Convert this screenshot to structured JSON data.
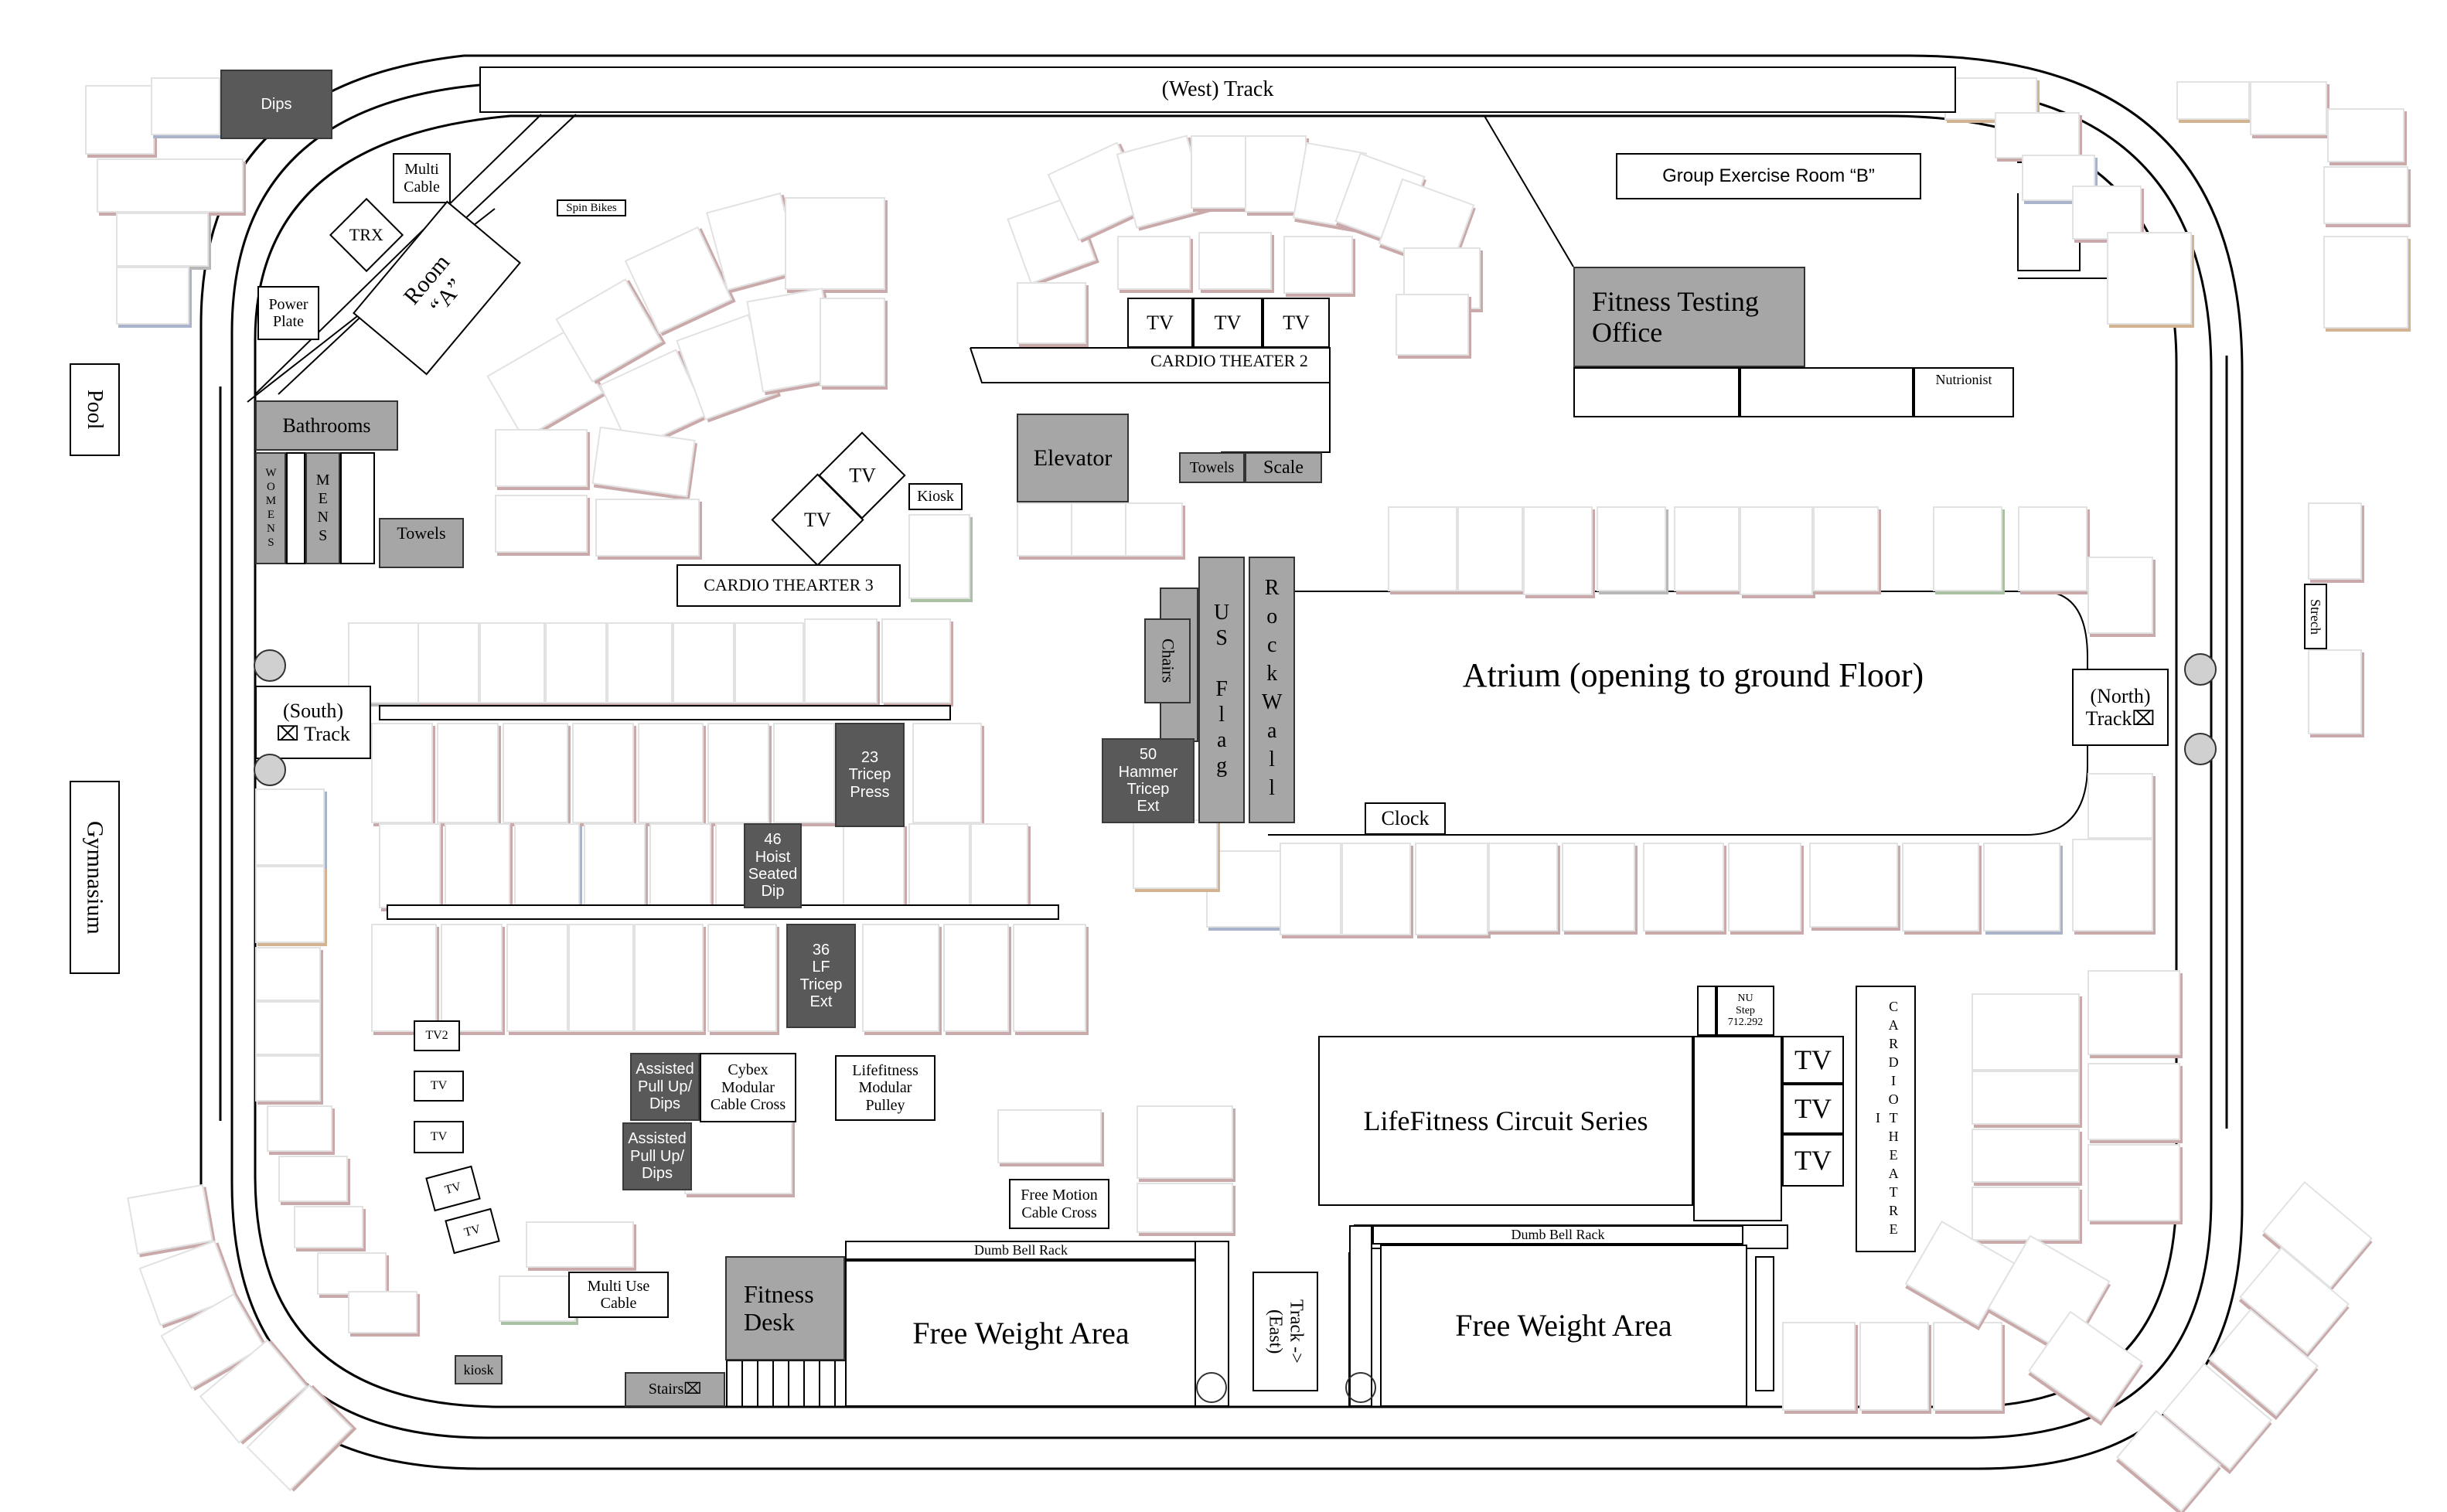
{
  "labels": {
    "west_track": "(West) Track",
    "dips": "Dips",
    "multi_cable": "Multi\nCable",
    "spin_bikes": "Spin Bikes",
    "trx": "TRX",
    "room_a": "Room\n“A”",
    "power_plate": "Power\nPlate",
    "pool": "Pool",
    "bathrooms": "Bathrooms",
    "womens": "WOMENS",
    "mens": "MENS",
    "towels_left": "Towels",
    "south_track": "(South)\n⌧ Track",
    "gymnasium": "Gymnasium",
    "tv_theater3_top": "TV",
    "tv_theater3_bottom": "TV",
    "kiosk_top": "Kiosk",
    "cardio_theater_3": "CARDIO THEARTER  3",
    "tv_theater2_1": "TV",
    "tv_theater2_2": "TV",
    "tv_theater2_3": "TV",
    "cardio_theater_2": "CARDIO THEATER  2",
    "elevator": "Elevator",
    "towels_mid": "Towels",
    "scale": "Scale",
    "group_exercise_room_b": "Group Exercise Room “B”",
    "fitness_testing_office": "Fitness Testing\nOffice",
    "nutrionist": "Nutrionist",
    "chairs": "Chairs",
    "us_flag": "US\nFlag",
    "rock_wall": "RockWall",
    "atrium": "Atrium (opening to ground Floor)",
    "north_track": "(North)\nTrack⌧",
    "stretch": "Strech",
    "clock": "Clock",
    "tricep_press": "23\nTricep\nPress",
    "hammer_tricep": "50\nHammer\nTricep\nExt",
    "hoist_dip": "46\nHoist\nSeated\nDip",
    "lf_tricep": "36\nLF\nTricep\nExt",
    "tv2": "TV2",
    "tv_small_1": "TV",
    "tv_small_2": "TV",
    "tv_small_3": "TV",
    "tv_small_4": "TV",
    "assisted_1": "Assisted\nPull Up/\nDips",
    "assisted_2": "Assisted\nPull Up/\nDips",
    "cybex": "Cybex\nModular\nCable Cross",
    "lifefitness_pulley": "Lifefitness\nModular\nPulley",
    "free_motion": "Free Motion\nCable Cross",
    "multi_use_cable": "Multi Use\nCable",
    "kiosk_bottom": "kiosk",
    "stairs": "Stairs⌧",
    "fitness_desk": "Fitness\nDesk",
    "dumb_bell_rack_left": "Dumb Bell Rack",
    "free_weight_area_left": "Free Weight Area",
    "track_east": "Track ->\n(East)",
    "dumb_bell_rack_right": "Dumb Bell Rack",
    "free_weight_area_right": "Free Weight Area",
    "lifefitness_circuit": "LifeFitness Circuit Series",
    "nu_step": "NU\nStep\n712.292",
    "tv_circuit_1": "TV",
    "tv_circuit_2": "TV",
    "tv_circuit_3": "TV",
    "cardio_theatre_1": "CARDIOTHEATRE I"
  },
  "colors": {
    "dark_station": "#595959",
    "grey_room": "#a6a6a6",
    "outline": "#000000"
  }
}
